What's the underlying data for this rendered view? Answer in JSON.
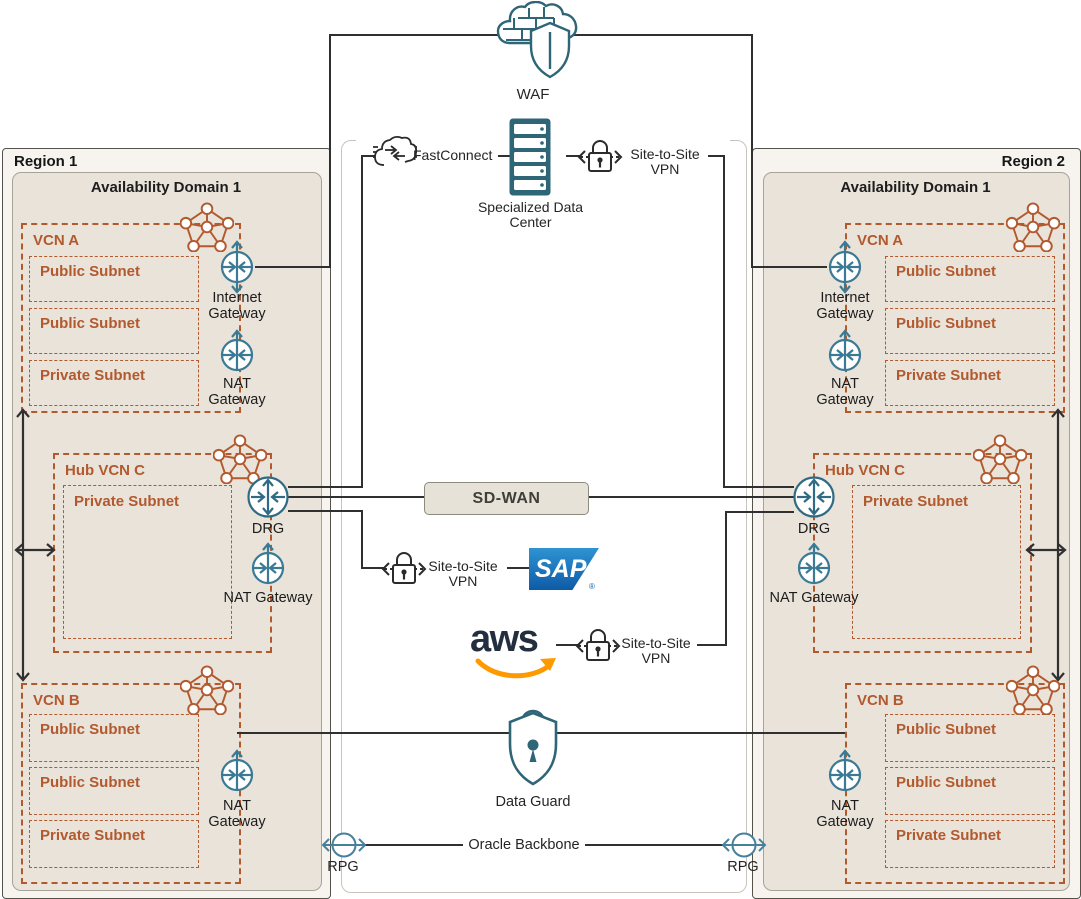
{
  "regions": {
    "r1": {
      "title": "Region 1"
    },
    "r2": {
      "title": "Region 2"
    }
  },
  "labels": {
    "ad": "Availability Domain 1",
    "vcn_a": "VCN A",
    "vcn_b": "VCN B",
    "hub": "Hub VCN C",
    "public_subnet": "Public Subnet",
    "private_subnet": "Private Subnet",
    "internet_gw": "Internet Gateway",
    "nat_gw": "NAT Gateway",
    "drg": "DRG",
    "waf": "WAF",
    "fastconnect": "FastConnect",
    "datacenter": "Specialized Data Center",
    "s2s": "Site-to-Site VPN",
    "sdwan": "SD-WAN",
    "dataguard": "Data Guard",
    "backbone": "Oracle Backbone",
    "rpg": "RPG"
  },
  "logos": {
    "sap": "SAP",
    "sap_reg": "®",
    "aws": "aws"
  },
  "colors": {
    "orange": "#b2592e",
    "gateway_teal": "#3b7a94",
    "icon_teal": "#2e6577",
    "line": "#303030",
    "region_fill": "#f7f4ef",
    "ad_fill": "#e9e3da",
    "sap_blue": "#0e5ba7",
    "aws_dark": "#232f3e",
    "aws_orange": "#ff9900"
  }
}
